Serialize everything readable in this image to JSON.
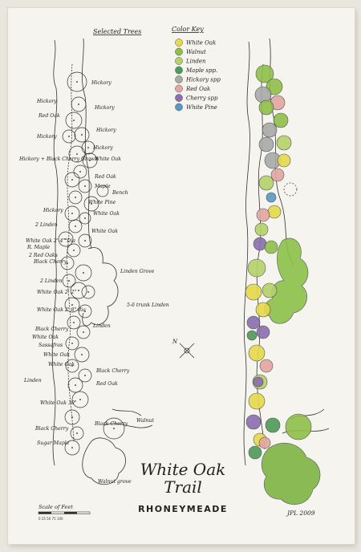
{
  "key": {
    "heading": "Selected Trees",
    "subheading": "Color Key",
    "entries": [
      {
        "label": "White Oak",
        "color": "#e6d94a"
      },
      {
        "label": "Walnut",
        "color": "#8fbf4a"
      },
      {
        "label": "Linden",
        "color": "#b5d26a"
      },
      {
        "label": "Maple spp.",
        "color": "#4e9a5a"
      },
      {
        "label": "Hickory spp",
        "color": "#a8aaa8"
      },
      {
        "label": "Red Oak",
        "color": "#e3a6a0"
      },
      {
        "label": "Cherry spp",
        "color": "#8a6fb0"
      },
      {
        "label": "White Pine",
        "color": "#5a97c9"
      }
    ]
  },
  "tree_labels": [
    "Hickory",
    "Hickory",
    "Hickory",
    "Red Oak",
    "Hickory",
    "Hickory",
    "Hickory",
    "White Oak",
    "Hickory + Black Cherry Grown",
    "Red Oak",
    "Maple",
    "Bench",
    "White Pine",
    "Hickory",
    "White Oak",
    "2 Linden",
    "White Oak",
    "White Oak 2' 4\" Dia",
    "R. Maple",
    "2 Red Oaks",
    "Black Cherry",
    "Linden Grove",
    "2 Linden",
    "White Oak 2' 2\"",
    "5-6 trunk Linden",
    "White Oak 2' 8\" dia",
    "Black Cherry",
    "Linden",
    "White Oak",
    "Sassafras",
    "White Oak",
    "White Oak",
    "Black Cherry",
    "Red Oak",
    "Linden",
    "White Oak 30\"",
    "Black Cherry",
    "Walnut",
    "Black Cherry",
    "Sugar Maple",
    "Walnut grove"
  ],
  "title": {
    "line1": "White Oak",
    "line2": "Trail",
    "line3": "RHONEYMEADE"
  },
  "scale": {
    "label": "Scale of Feet",
    "ticks": "0 25 50 75   100"
  },
  "signature": "JPL 2009",
  "compass": "N",
  "colored_trees": [
    {
      "kind": "Walnut",
      "count": 5
    },
    {
      "kind": "Hickory spp",
      "count": 5
    },
    {
      "kind": "Red Oak",
      "count": 5
    },
    {
      "kind": "White Oak",
      "count": 8
    },
    {
      "kind": "Linden",
      "count": 7
    },
    {
      "kind": "Cherry spp",
      "count": 6
    },
    {
      "kind": "Maple spp.",
      "count": 3
    },
    {
      "kind": "White Pine",
      "count": 1
    }
  ]
}
